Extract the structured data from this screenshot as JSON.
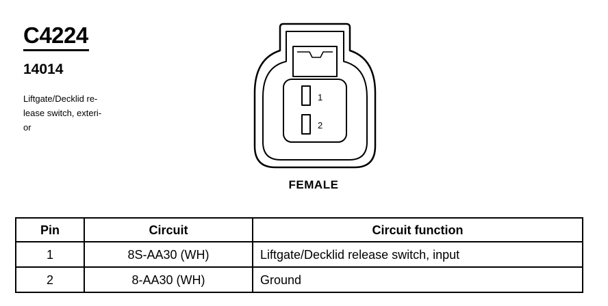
{
  "connector": {
    "id": "C4224",
    "part_number": "14014",
    "description_lines": [
      "Liftgate/Decklid re-",
      "lease switch, exteri-",
      "or"
    ]
  },
  "diagram": {
    "pin_labels": [
      "1",
      "2"
    ],
    "view_label": "FEMALE"
  },
  "pin_table": {
    "headers": [
      "Pin",
      "Circuit",
      "Circuit function"
    ],
    "rows": [
      {
        "pin": "1",
        "circuit": "8S-AA30 (WH)",
        "function": "Liftgate/Decklid release switch, input"
      },
      {
        "pin": "2",
        "circuit": "8-AA30 (WH)",
        "function": "Ground"
      }
    ]
  }
}
